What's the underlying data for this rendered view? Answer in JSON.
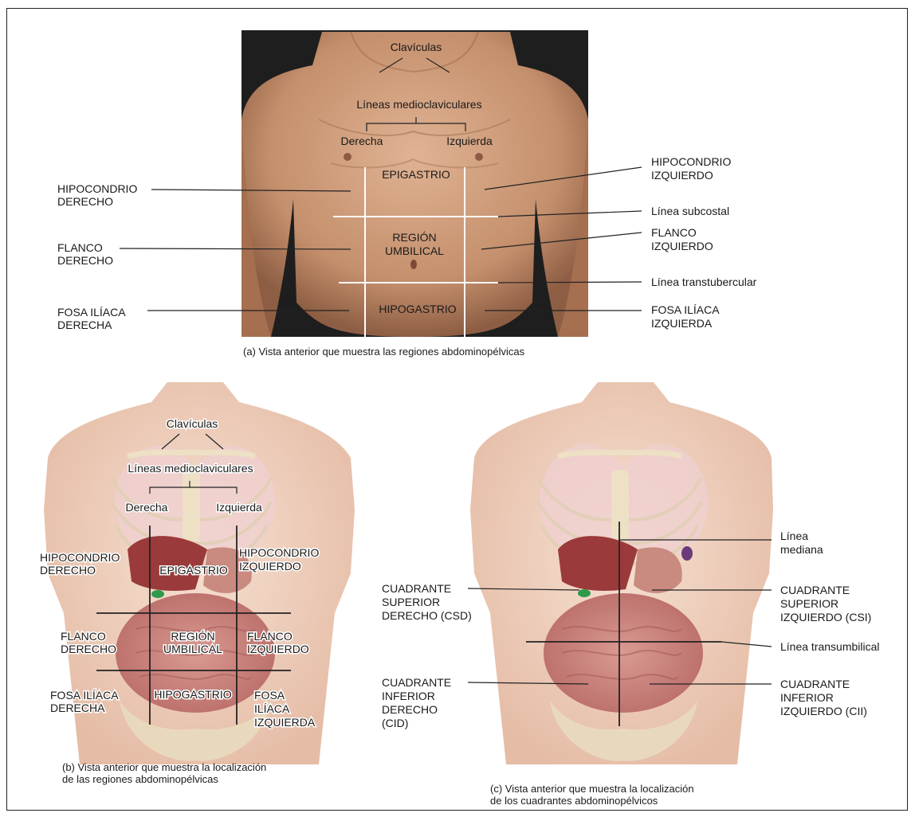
{
  "panel_a": {
    "top": {
      "clavicles": "Clavículas",
      "midclavicular_lines": "Líneas medioclaviculares",
      "right": "Derecha",
      "left": "Izquierda"
    },
    "regions": {
      "epigastrium": "EPIGASTRIO",
      "umbilical_1": "REGIÓN",
      "umbilical_2": "UMBILICAL",
      "hypogastrium": "HIPOGASTRIO"
    },
    "left_labels": {
      "hypo_right_1": "HIPOCONDRIO",
      "hypo_right_2": "DERECHO",
      "flank_right_1": "FLANCO",
      "flank_right_2": "DERECHO",
      "iliac_right_1": "FOSA ILÍACA",
      "iliac_right_2": "DERECHA"
    },
    "right_labels": {
      "hypo_left_1": "HIPOCONDRIO",
      "hypo_left_2": "IZQUIERDO",
      "subcostal": "Línea subcostal",
      "flank_left_1": "FLANCO",
      "flank_left_2": "IZQUIERDO",
      "transtubercular": "Línea transtubercular",
      "iliac_left_1": "FOSA ILÍACA",
      "iliac_left_2": "IZQUIERDA"
    },
    "caption": "(a) Vista anterior que muestra las regiones abdominopélvicas"
  },
  "panel_b": {
    "clavicles": "Clavículas",
    "midclavicular_lines": "Líneas medioclaviculares",
    "right": "Derecha",
    "left": "Izquierda",
    "hypo_right_1": "HIPOCONDRIO",
    "hypo_right_2": "DERECHO",
    "epigastrium": "EPIGASTRIO",
    "hypo_left_1": "HIPOCONDRIO",
    "hypo_left_2": "IZQUIERDO",
    "flank_right_1": "FLANCO",
    "flank_right_2": "DERECHO",
    "umbilical_1": "REGIÓN",
    "umbilical_2": "UMBILICAL",
    "flank_left_1": "FLANCO",
    "flank_left_2": "IZQUIERDO",
    "iliac_right_1": "FOSA ILÍACA",
    "iliac_right_2": "DERECHA",
    "hypogastrium": "HIPOGASTRIO",
    "iliac_left_1": "FOSA",
    "iliac_left_2": "ILÍACA",
    "iliac_left_3": "IZQUIERDA",
    "caption_1": "(b) Vista anterior que muestra la localización",
    "caption_2": "de las regiones abdominopélvicas"
  },
  "panel_c": {
    "median_1": "Línea",
    "median_2": "mediana",
    "csd_1": "CUADRANTE",
    "csd_2": "SUPERIOR",
    "csd_3": "DERECHO (CSD)",
    "csi_1": "CUADRANTE",
    "csi_2": "SUPERIOR",
    "csi_3": "IZQUIERDO (CSI)",
    "transumbilical": "Línea transumbilical",
    "cid_1": "CUADRANTE",
    "cid_2": "INFERIOR",
    "cid_3": "DERECHO",
    "cid_4": "(CID)",
    "cii_1": "CUADRANTE",
    "cii_2": "INFERIOR",
    "cii_3": "IZQUIERDO (CII)",
    "caption_1": "(c) Vista anterior que muestra la localización",
    "caption_2": "de los cuadrantes abdominopélvicos"
  }
}
